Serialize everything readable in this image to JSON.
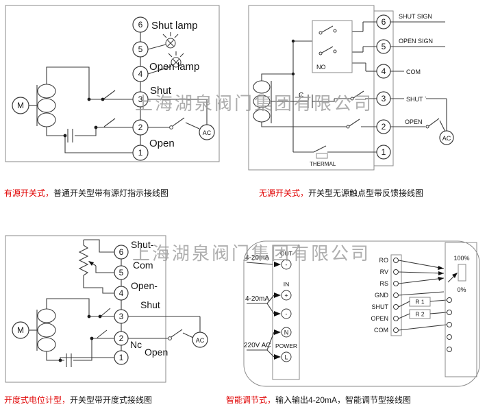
{
  "watermark": {
    "text": "上海湖泉阀门集团有限公司"
  },
  "captions": {
    "active": {
      "title": "有源开关式，",
      "text": "普通开关型带有源灯指示接线图"
    },
    "passive": {
      "title": "无源开关式，",
      "text": "开关型无源触点型带反馈接线图"
    },
    "potentiometer": {
      "title": "开度式电位计型，",
      "text": "开关型带开度式接线图"
    },
    "intelligent": {
      "title": "智能调节式，",
      "text": "输入输出4-20mA，智能调节型接线图"
    }
  },
  "active": {
    "terminals": [
      "1",
      "2",
      "3",
      "4",
      "5",
      "6"
    ],
    "shut_lamp": "Shut lamp",
    "open_lamp": "Open lamp",
    "shut": "Shut",
    "open": "Open",
    "motor": "M",
    "ac": "AC"
  },
  "passive": {
    "terminals": [
      "1",
      "2",
      "3",
      "4",
      "5",
      "6"
    ],
    "shut_sign": "SHUT SIGN",
    "open_sign": "OPEN SIGN",
    "com": "COM",
    "shut": "SHUT `",
    "open": "OPEN",
    "no": "NO",
    "cap": "C",
    "thermal": "THERMAL",
    "ac": "AC"
  },
  "pot": {
    "terminals": [
      "1",
      "2",
      "3",
      "4",
      "5",
      "6"
    ],
    "shut_minus": "Shut-",
    "com": "Com",
    "open_minus": "Open-",
    "shut": "Shut",
    "nc": "Nc",
    "open": "Open",
    "motor": "M",
    "ac": "AC"
  },
  "intelligent": {
    "current_out": "4-20mA",
    "current_in": "4-20mA",
    "mains": "220V AC",
    "out": "OUT",
    "in_label": "IN",
    "minus_out": "-",
    "plus_in": "+",
    "minus_in": "-",
    "neutral": "N",
    "power": "POWER",
    "live": "L",
    "rows": [
      "RO",
      "RV",
      "RS",
      "GND",
      "SHUT",
      "OPEN",
      "COM"
    ],
    "r1": "R 1",
    "r2": "R 2",
    "pct100": "100%",
    "pct0": "0%"
  }
}
